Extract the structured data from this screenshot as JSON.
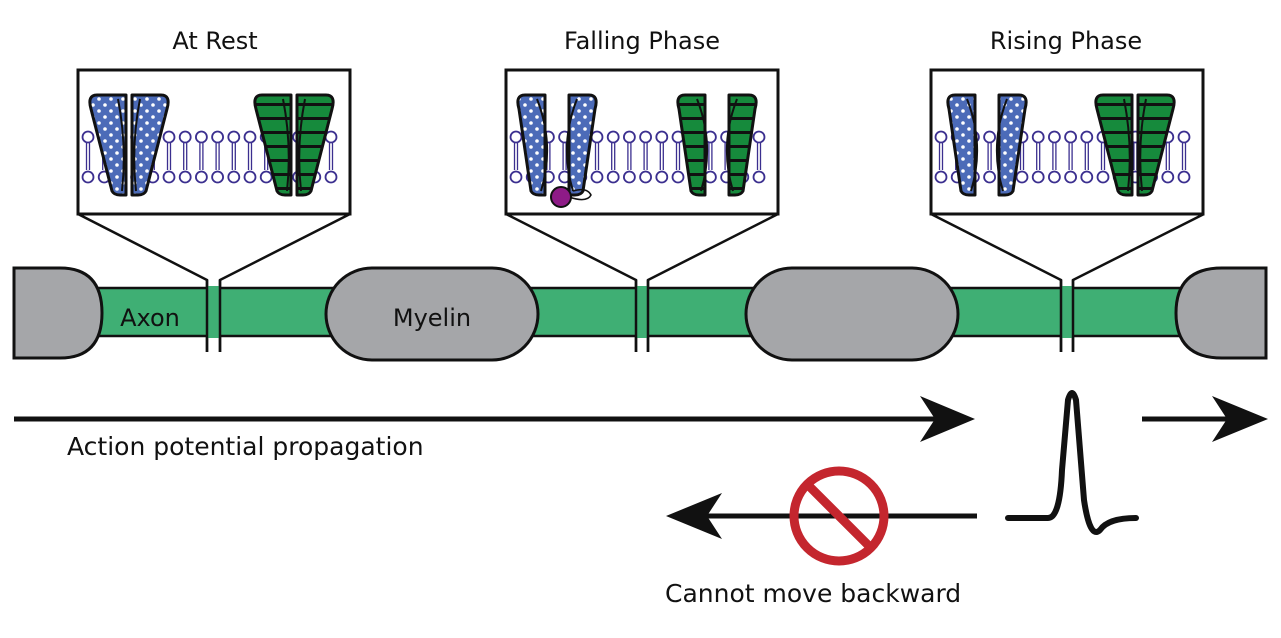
{
  "diagram": {
    "panels": [
      {
        "title": "At Rest",
        "state": "both channels closed"
      },
      {
        "title": "Falling Phase",
        "state": "Na channel inactivated, K channel open"
      },
      {
        "title": "Rising Phase",
        "state": "Na channel open, K channel closed"
      }
    ],
    "labels": {
      "axon": "Axon",
      "myelin": "Myelin",
      "forward": "Action potential propagation",
      "backward": "Cannot move backward"
    },
    "colors": {
      "axon": "#3faf74",
      "myelin": "#a5a6a9",
      "sodium_channel": "#4c6bb8",
      "potassium_channel": "#168a3c",
      "lipid_head": "#3b2f8f",
      "inactivation_ball": "#8e1b87",
      "no_symbol": "#c4262e",
      "ink": "#111111"
    },
    "icons": {
      "blocked": "no-entry-sign",
      "spike": "action-potential-trace",
      "arrow": "arrowhead"
    }
  }
}
